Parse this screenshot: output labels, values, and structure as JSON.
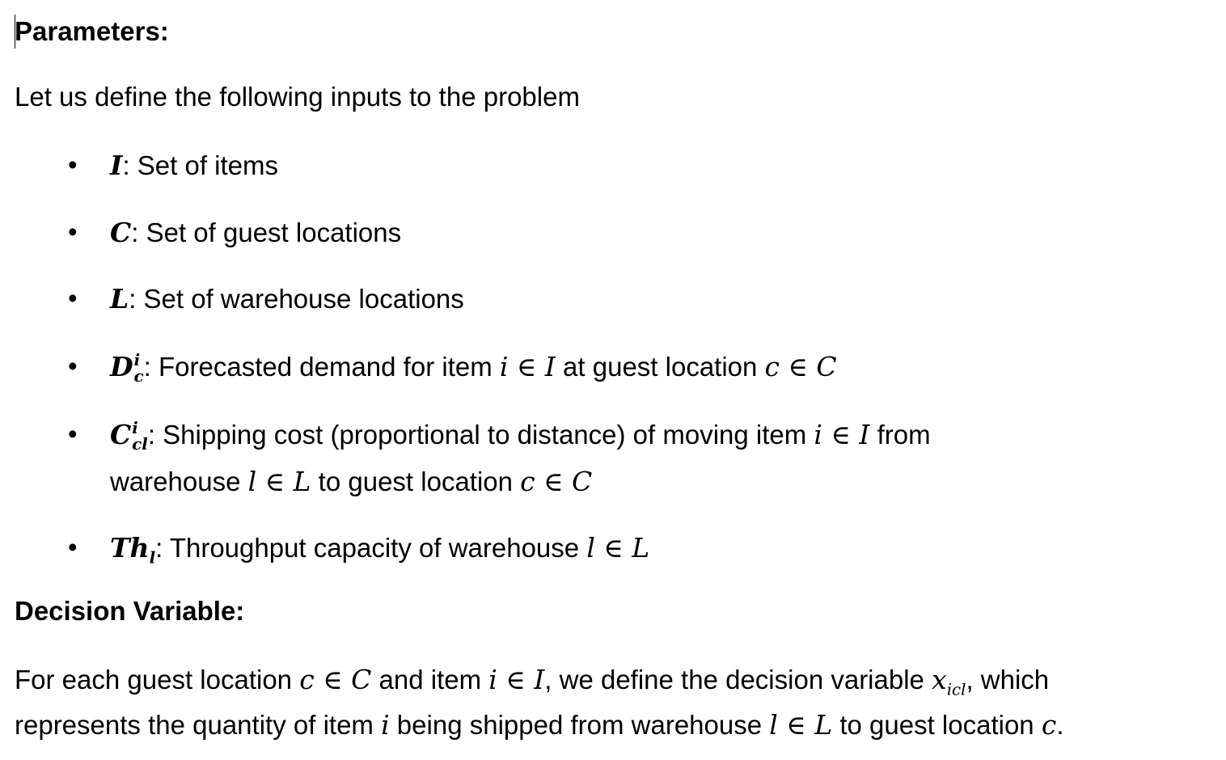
{
  "parameters_heading": "Parameters:",
  "intro": "Let us define the following inputs to the problem",
  "bullet_char": "•",
  "items": {
    "I": {
      "sym": "I",
      "text": ": Set of items"
    },
    "C": {
      "sym": "C",
      "text": ": Set of guest locations"
    },
    "L": {
      "sym": "L",
      "text": ": Set of warehouse locations"
    },
    "D": {
      "sym": "D",
      "sup": "i",
      "sub": "c",
      "t1": ": Forecasted demand for item ",
      "m1": "i ∈ I",
      "t2": " at guest location ",
      "m2": "c ∈ C"
    },
    "Cost": {
      "sym": "C",
      "sup": "i",
      "sub": "cl",
      "t1": ": Shipping cost (proportional to distance) of moving item ",
      "m1": "i ∈ I",
      "t2": " from",
      "t3": "warehouse ",
      "m2": "l ∈ L",
      "t4": " to guest location ",
      "m3": "c ∈ C"
    },
    "Th": {
      "sym": "Th",
      "sub": "l",
      "t1": ": Throughput capacity of warehouse ",
      "m1": "l ∈ L"
    }
  },
  "decision_heading": "Decision Variable:",
  "decision": {
    "t1": "For each guest location ",
    "m1": "c ∈ C",
    "t2": " and item ",
    "m2": "i ∈ I",
    "t3": ", we define the decision variable ",
    "m3": "x",
    "m3sub": "icl",
    "t4": ", which",
    "t5": "represents the quantity of item ",
    "m4": "i",
    "t6": " being shipped from warehouse ",
    "m5": "l ∈ L",
    "t7": " to guest location ",
    "m6": "c",
    "t8": "."
  }
}
